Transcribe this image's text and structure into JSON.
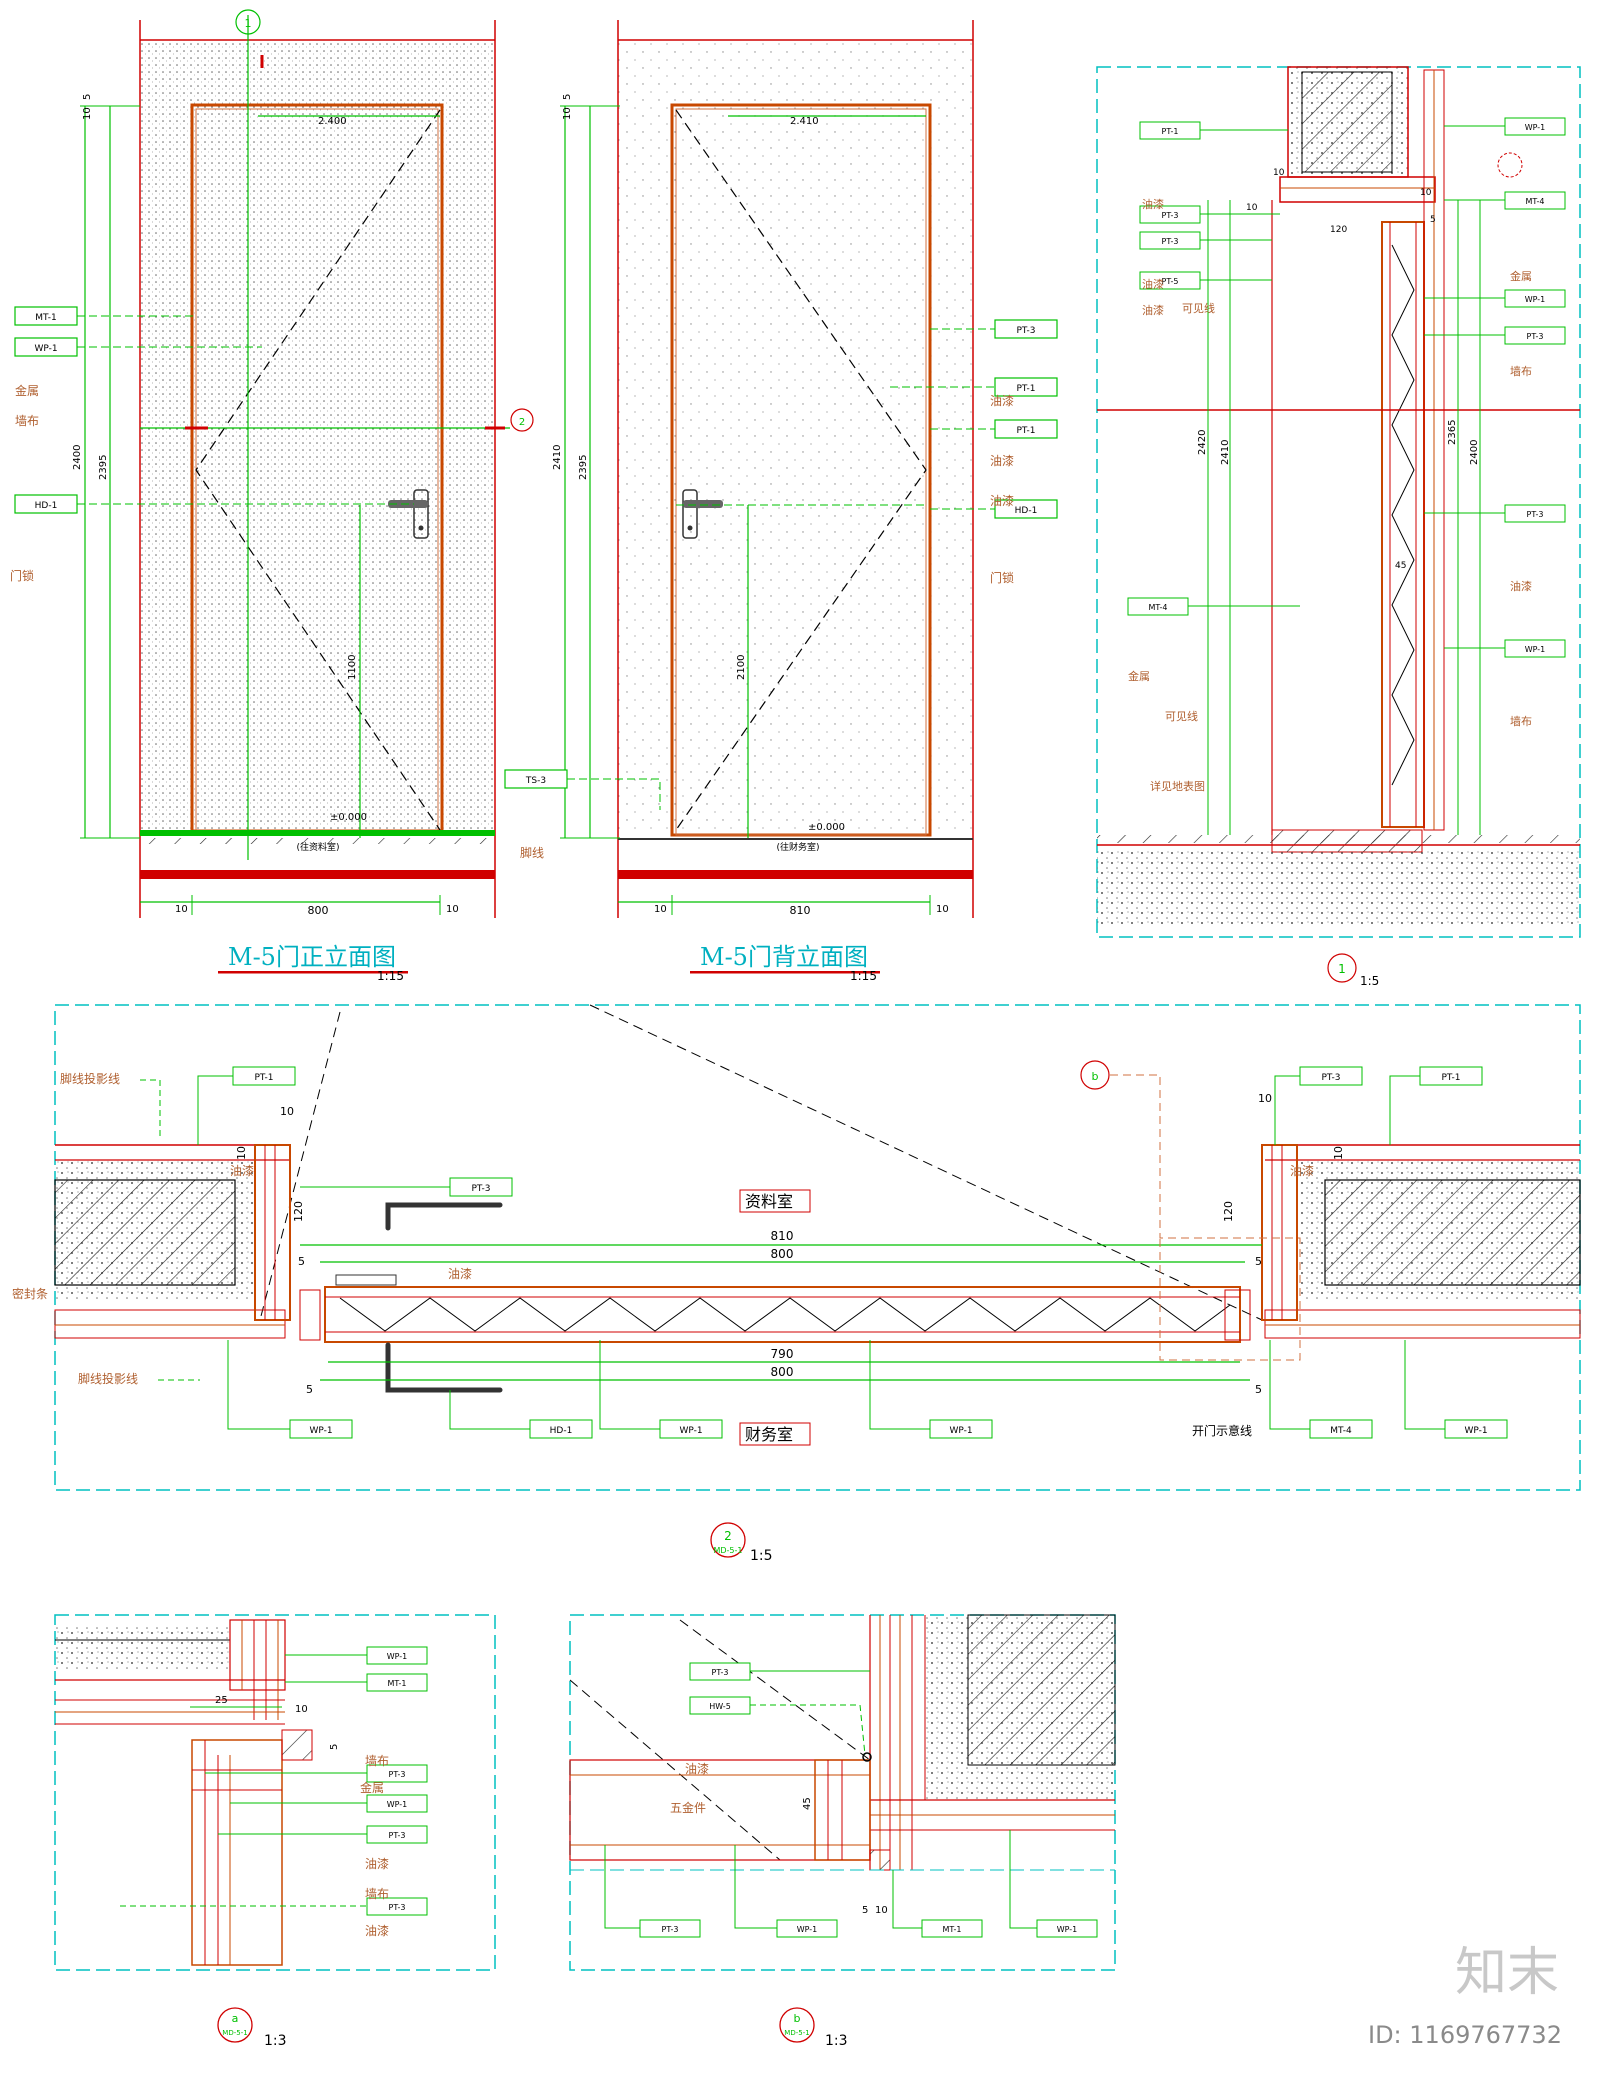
{
  "title_front": "M-5门正立面图",
  "title_back": "M-5门背立面图",
  "scale_1_15": "1:15",
  "scale_1_5": "1:5",
  "scale_1_3": "1:3",
  "section_1": "1",
  "section_2": "2",
  "section_a": "a",
  "section_b": "b",
  "detail_ref": "MD-5-1",
  "front": {
    "dims_v": [
      "5",
      "10",
      "2400",
      "2395",
      "1100"
    ],
    "dim_top": "2.400",
    "dim_bottom_w": "800",
    "dim_side": "10",
    "level": "±0.000",
    "room": "(往资料室)",
    "tags": [
      "MT-1",
      "WP-1",
      "HD-1"
    ],
    "notes": [
      "金属",
      "墙布",
      "门锁"
    ],
    "baseboard": "脚线"
  },
  "back": {
    "dims_v": [
      "5",
      "10",
      "2410",
      "2395",
      "2100"
    ],
    "dim_top": "2.410",
    "dim_bottom_w": "810",
    "dim_side": "10",
    "level": "±0.000",
    "room": "(往财务室)",
    "tags_right": [
      "PT-3",
      "PT-1",
      "PT-1",
      "HD-1"
    ],
    "tag_left": "TS-3",
    "notes": [
      "油漆",
      "油漆",
      "油漆",
      "门锁"
    ]
  },
  "section1": {
    "tags_left": [
      "PT-1",
      "PT-3",
      "PT-3",
      "PT-5",
      "MT-4"
    ],
    "tags_right": [
      "WP-1",
      "MT-4",
      "WP-1",
      "PT-3",
      "PT-3",
      "WP-1"
    ],
    "notes_left": [
      "油漆",
      "油漆",
      "油漆",
      "可见线",
      "金属",
      "可见线",
      "详见地表图"
    ],
    "notes_right": [
      "金属",
      "墙布",
      "油漆",
      "墙布"
    ],
    "dims": [
      "2420",
      "2410",
      "2365",
      "2400",
      "10",
      "120",
      "10",
      "5",
      "10",
      "45"
    ]
  },
  "section2": {
    "rooms": [
      "资料室",
      "财务室"
    ],
    "labels": [
      "脚线投影线",
      "脚线投影线",
      "密封条",
      "油漆",
      "油漆",
      "油漆",
      "开门示意线"
    ],
    "dims": [
      "810",
      "800",
      "790",
      "800",
      "120",
      "120",
      "10",
      "10",
      "10",
      "10",
      "5",
      "5",
      "5",
      "5"
    ],
    "tags_top": [
      "PT-1",
      "PT-3",
      "PT-3",
      "PT-1"
    ],
    "tags_bottom": [
      "WP-1",
      "HD-1",
      "WP-1",
      "WP-1",
      "MT-4",
      "WP-1"
    ]
  },
  "detail_a": {
    "tags": [
      "WP-1",
      "MT-1",
      "PT-3",
      "WP-1",
      "PT-3",
      "PT-3"
    ],
    "notes": [
      "墙布",
      "金属",
      "油漆",
      "墙布",
      "油漆"
    ],
    "dims": [
      "25",
      "10",
      "5"
    ]
  },
  "detail_b": {
    "tags": [
      "PT-3",
      "HW-5",
      "PT-3",
      "WP-1",
      "MT-1",
      "WP-1"
    ],
    "notes": [
      "油漆",
      "五金件"
    ],
    "dims": [
      "45",
      "5",
      "10"
    ]
  },
  "watermark": "知末",
  "id_text": "ID: 1169767732",
  "colors": {
    "green": "#00c000",
    "red": "#d00000",
    "orange": "#c84800",
    "cyan": "#00c0c0",
    "brown": "#b06030"
  }
}
